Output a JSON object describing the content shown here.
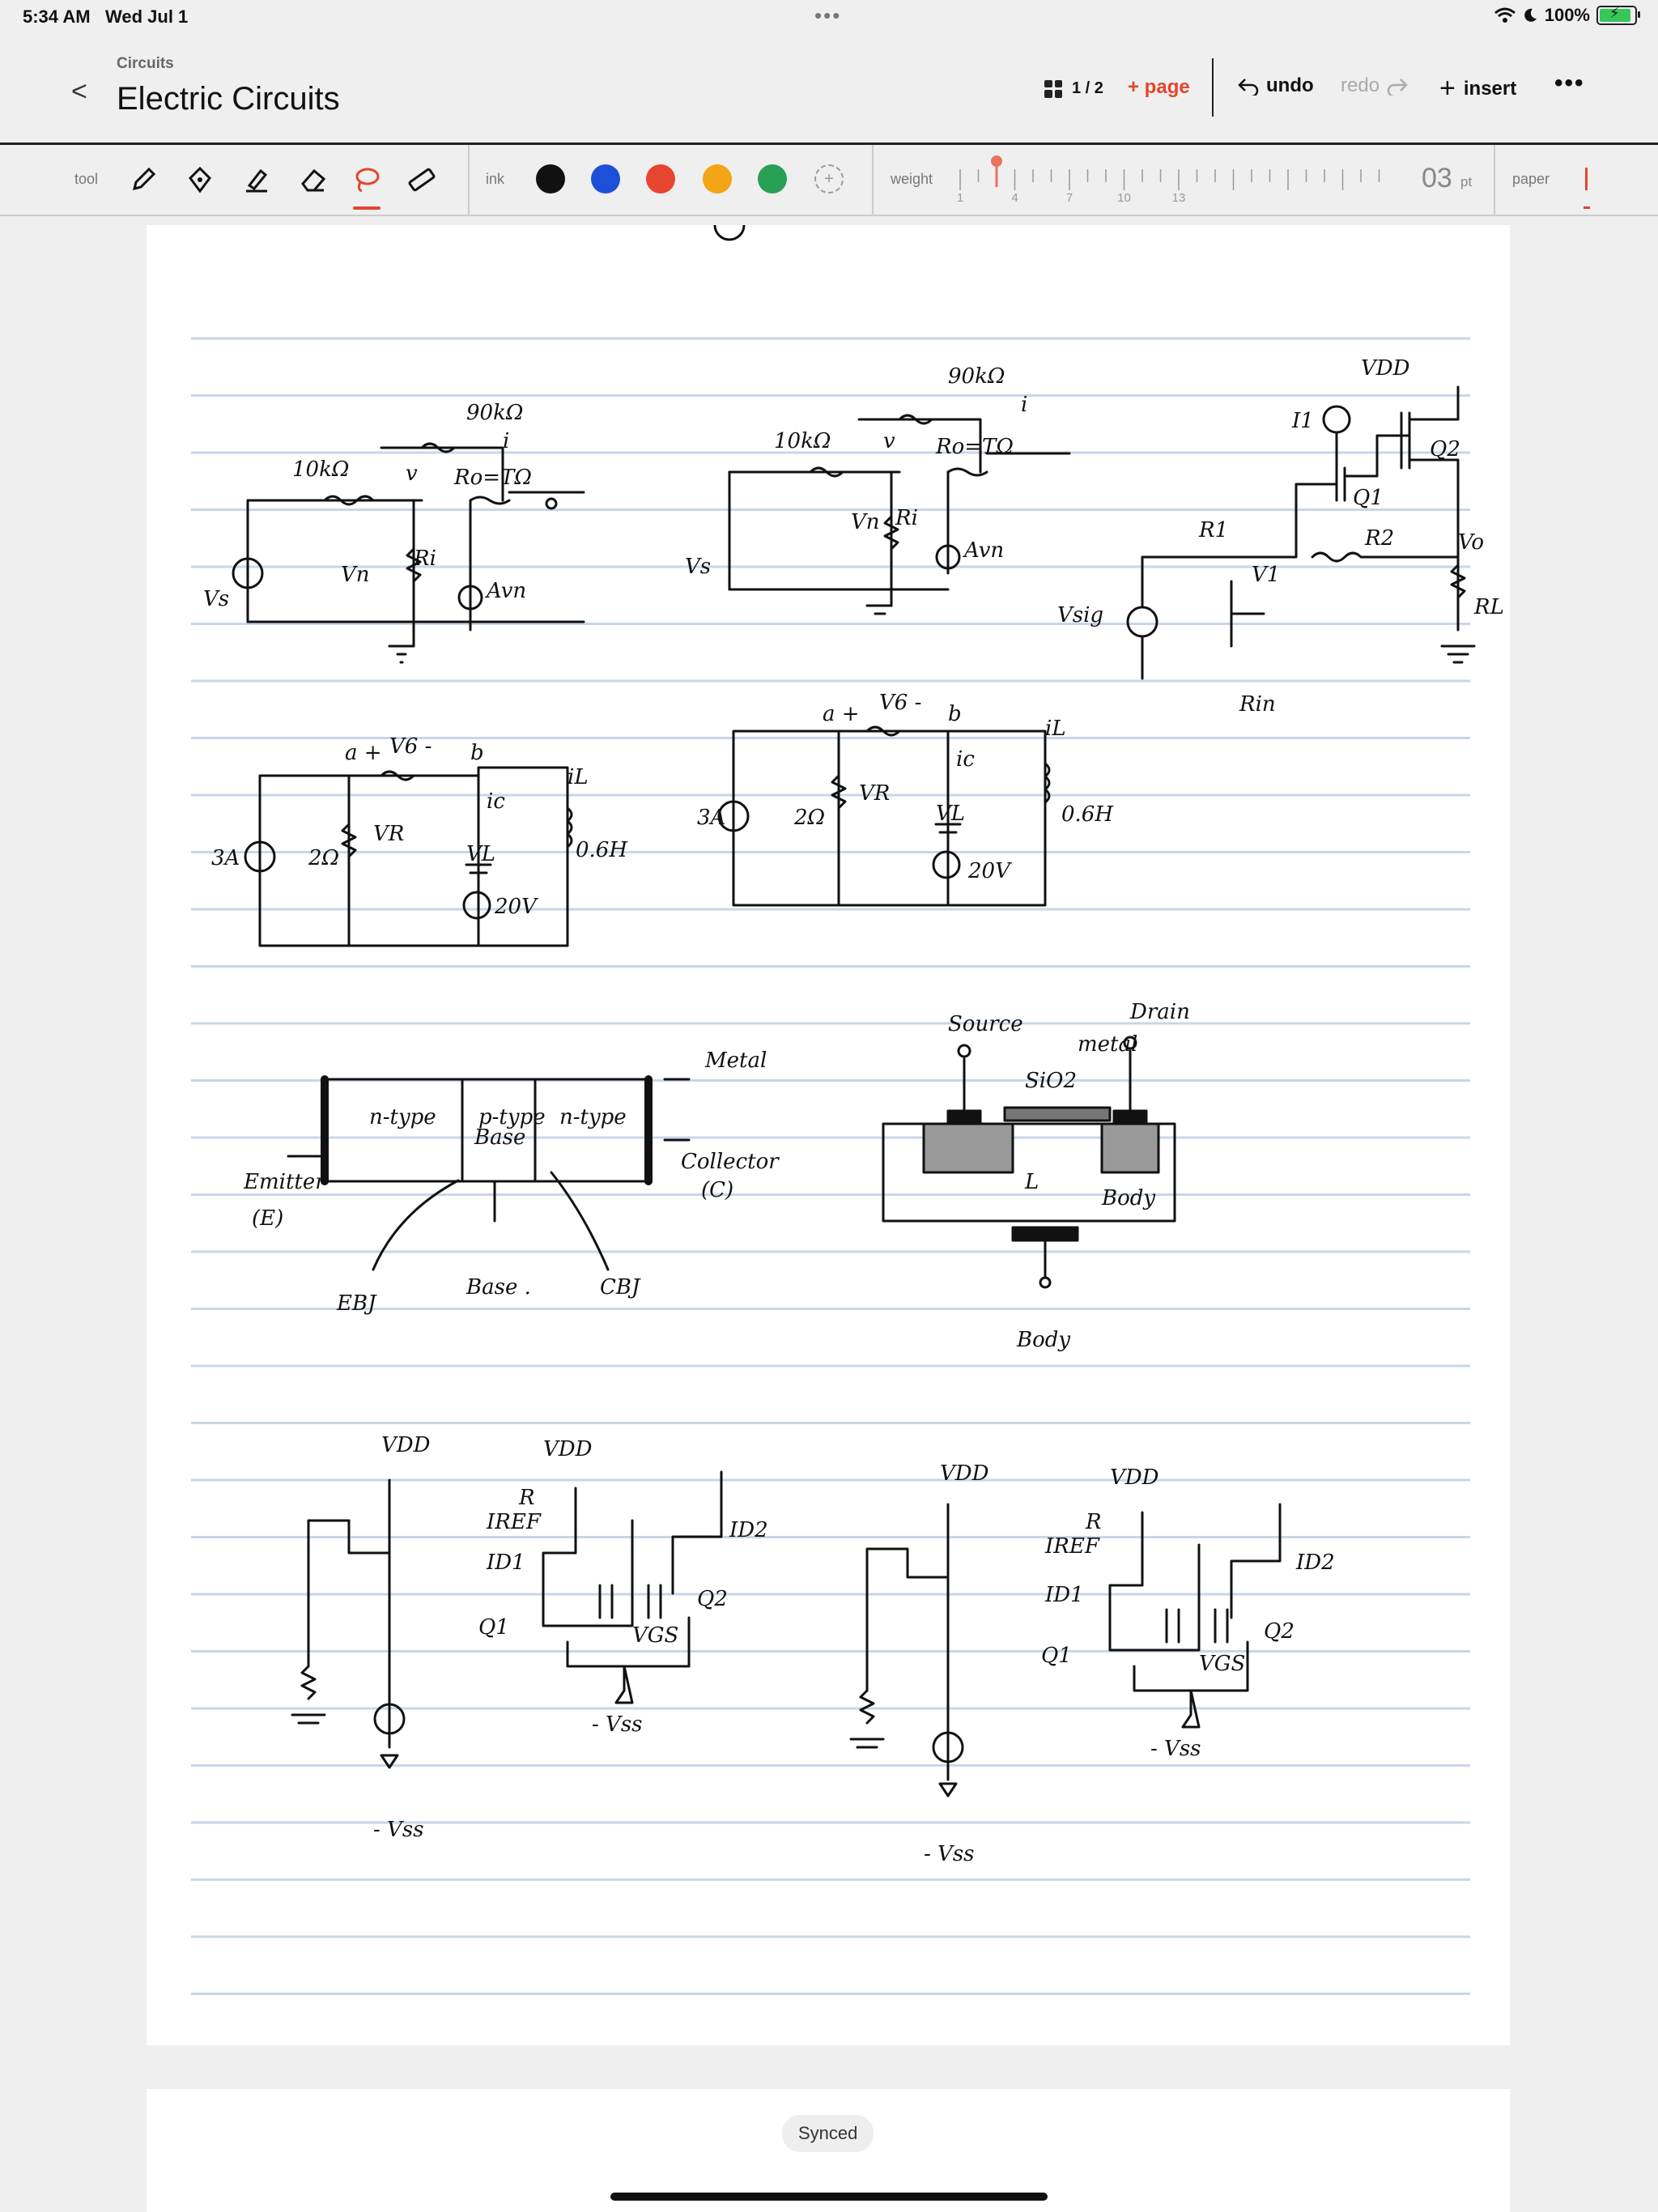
{
  "status_bar": {
    "time": "5:34 AM",
    "date": "Wed Jul 1",
    "battery": "100%"
  },
  "header": {
    "breadcrumb": "Circuits",
    "title": "Electric Circuits",
    "page_indicator": "1 / 2",
    "add_page": "+ page",
    "undo": "undo",
    "redo": "redo",
    "insert": "insert"
  },
  "toolbar": {
    "tool_label": "tool",
    "ink_label": "ink",
    "weight_label": "weight",
    "weight_value": "03",
    "weight_unit": "pt",
    "paper_label": "paper",
    "ruler_ticks": [
      "1",
      "4",
      "7",
      "10",
      "13"
    ],
    "ink_colors": [
      "#111111",
      "#1e4fd8",
      "#e8452f",
      "#f2a516",
      "#27a055"
    ],
    "weight_level": 3
  },
  "sync_status": "Synced",
  "note_handwriting": {
    "amp1": [
      "10kΩ",
      "90kΩ",
      "v",
      "Ro=TΩ",
      "i",
      "Vs",
      "Vn",
      "Ri",
      "Avn"
    ],
    "amp2": [
      "10kΩ",
      "90kΩ",
      "v",
      "Ro=TΩ",
      "i",
      "Vs",
      "Vn",
      "Ri",
      "Avn"
    ],
    "mos_amp": [
      "VDD",
      "I1",
      "Q2",
      "Q1",
      "R2",
      "R1",
      "Vo",
      "Vsig",
      "V1",
      "Rin",
      "RL"
    ],
    "rlc1": [
      "a +",
      "V6 -",
      "b",
      "iL",
      "ic",
      "3A",
      "2Ω",
      "VR",
      "VL",
      "0.6H",
      "20V"
    ],
    "rlc2": [
      "a +",
      "V6 -",
      "b",
      "iL",
      "ic",
      "3A",
      "2Ω",
      "VR",
      "VL",
      "0.6H",
      "20V"
    ],
    "bjt": [
      "n-type",
      "p-type",
      "Base",
      "n-type",
      "Metal",
      "Collector",
      "(C)",
      "Emitter",
      "(E)",
      "EBJ",
      "Base .",
      "CBJ"
    ],
    "mosfet": [
      "Source",
      "Drain",
      "metal",
      "SiO2",
      "L",
      "Body",
      "Body"
    ],
    "diff1": [
      "VDD",
      "VDD",
      "R",
      "IREF",
      "ID1",
      "Q1",
      "Q2",
      "ID2",
      "VGS",
      "- Vss",
      "- Vss"
    ],
    "diff2": [
      "VDD",
      "VDD",
      "R",
      "IREF",
      "ID1",
      "Q1",
      "Q2",
      "ID2",
      "VGS",
      "- Vss",
      "- Vss"
    ]
  }
}
